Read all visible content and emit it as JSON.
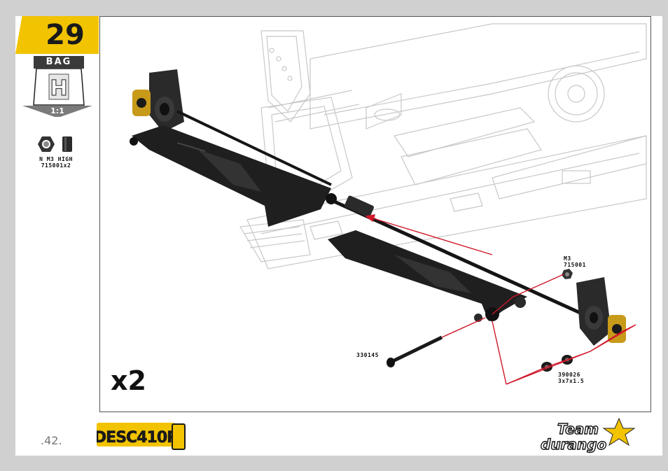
{
  "step": {
    "number": "29"
  },
  "bag": {
    "label": "BAG",
    "letter": "H"
  },
  "scale": {
    "label": "1:1"
  },
  "sidebar_part": {
    "line1": "N M3 HIGH",
    "line2": "715001x2"
  },
  "callouts": {
    "nut": {
      "line1": "M3",
      "line2": "715001"
    },
    "screw": {
      "code": "330145"
    },
    "washer": {
      "line1": "390026",
      "line2": "3x7x1.5"
    }
  },
  "multiplier": "x2",
  "page_number": ".42.",
  "logos": {
    "product": "DESC410R",
    "brand_line1": "Team",
    "brand_line2": "durango"
  },
  "colors": {
    "accent": "#f2c300",
    "arrow": "#d0182a",
    "parts": "#1a1a1a",
    "gold": "#c89a1a"
  }
}
